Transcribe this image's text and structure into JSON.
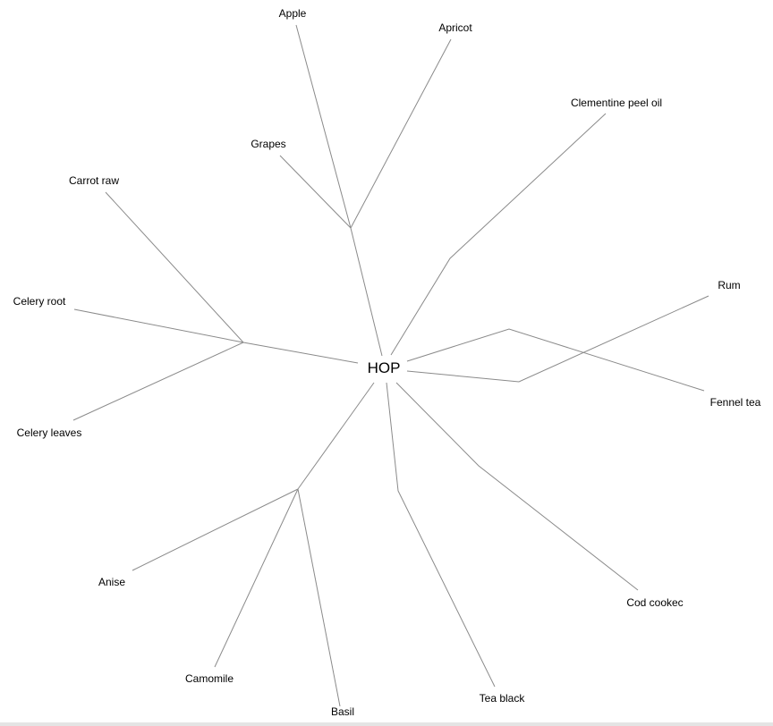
{
  "root": "HOP",
  "nodes": {
    "apple": "Apple",
    "apricot": "Apricot",
    "grapes": "Grapes",
    "clementine": "Clementine peel oil",
    "carrot": "Carrot raw",
    "celery_root": "Celery root",
    "celery_leaves": "Celery leaves",
    "rum": "Rum",
    "fennel": "Fennel tea",
    "cod": "Cod cookec",
    "tea": "Tea black",
    "basil": "Basil",
    "camomile": "Camomile",
    "anise": "Anise"
  }
}
